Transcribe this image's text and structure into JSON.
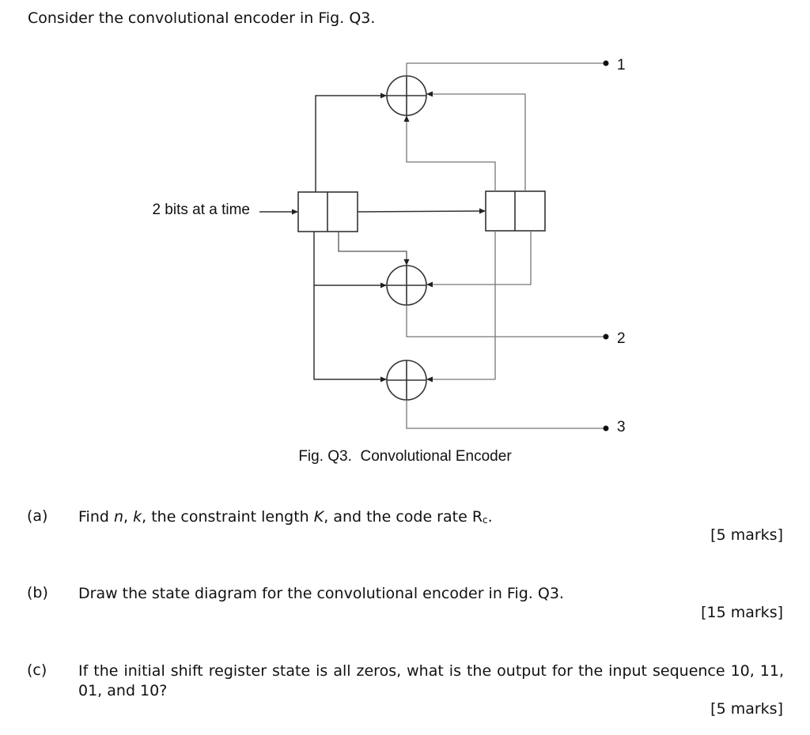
{
  "intro": "Consider the convolutional encoder in Fig. Q3.",
  "diagram": {
    "input_label": "2 bits at a time",
    "outputs": [
      "1",
      "2",
      "3"
    ],
    "caption_fig": "Fig. Q3.",
    "caption_title": "Convolutional Encoder"
  },
  "questions": [
    {
      "label": "(a)",
      "text_before_k": "Find ",
      "n": "n",
      "sep1": ", ",
      "k": "k",
      "mid": ", the constraint length ",
      "K": "K",
      "tail": ", and the code rate R",
      "sub": "c",
      "end": ".",
      "marks": "[5 marks]"
    },
    {
      "label": "(b)",
      "text": "Draw the state diagram for the convolutional encoder in Fig. Q3.",
      "marks": "[15 marks]"
    },
    {
      "label": "(c)",
      "text": "If the initial shift register state is all zeros, what is the output for the input sequence 10, 11, 01, and 10?",
      "marks": "[5 marks]"
    }
  ]
}
